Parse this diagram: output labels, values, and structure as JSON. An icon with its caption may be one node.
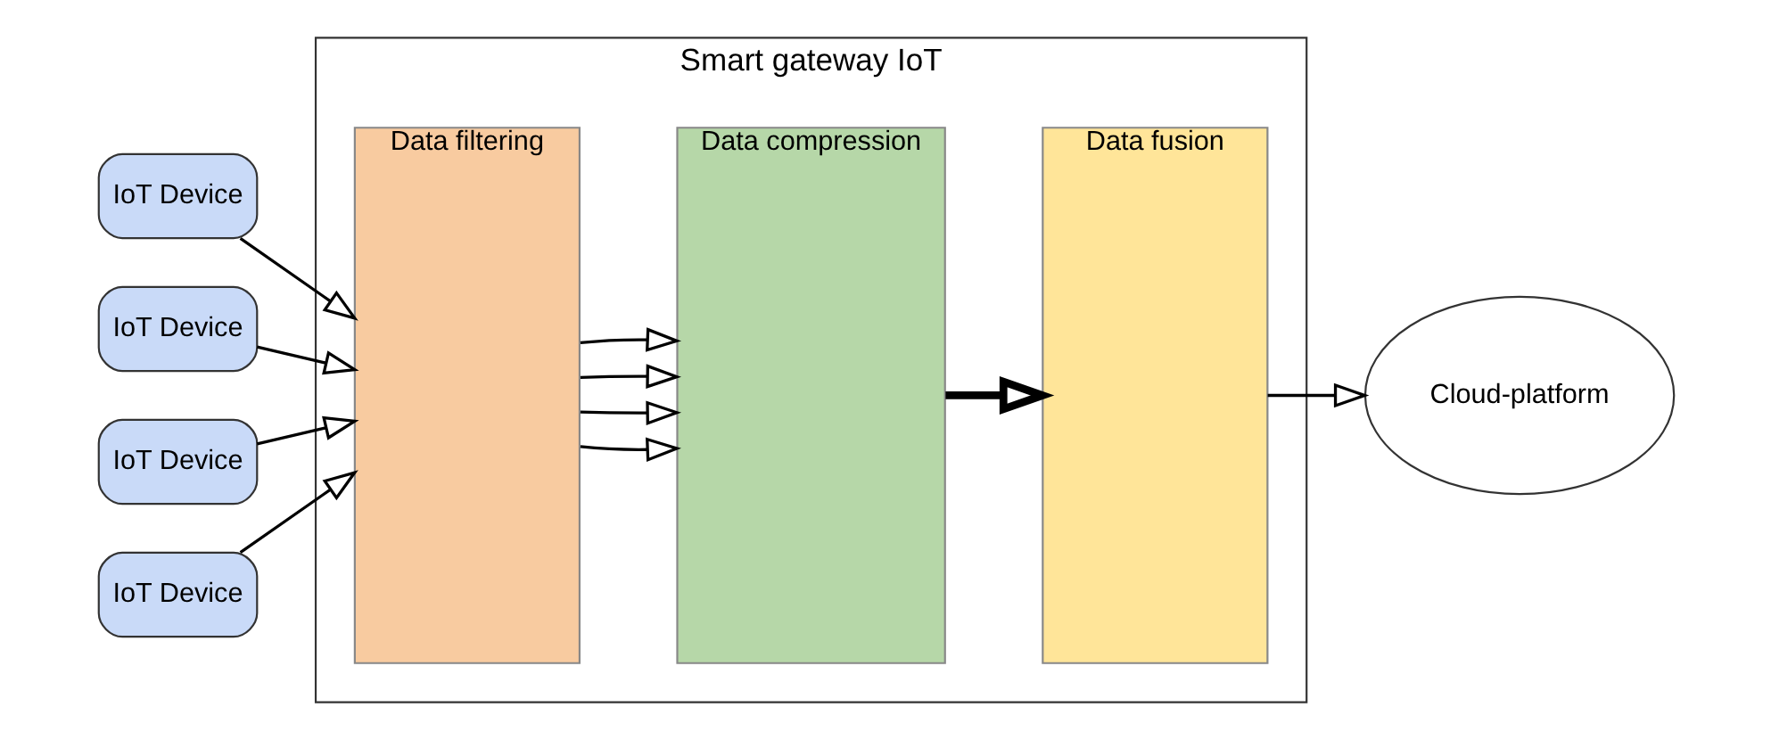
{
  "diagram": {
    "nodes": [
      {
        "text": [
          "Smart gateway IoT"
        ]
      },
      {
        "text": [
          "IoT Device"
        ]
      },
      {
        "text": [
          "IoT Device"
        ]
      },
      {
        "text": [
          "IoT Device"
        ]
      },
      {
        "text": [
          "IoT Device"
        ]
      },
      {
        "text": [
          "Data filtering"
        ],
        "in": 0
      },
      {
        "text": [
          "Data compression"
        ],
        "in": 0
      },
      {
        "text": [
          "Data fusion"
        ],
        "in": 0
      },
      {
        "text": [
          "Cloud-platform"
        ]
      }
    ],
    "edges": [
      {
        "from": 1,
        "to": 5,
        "arrow": "to"
      },
      {
        "from": 2,
        "to": 5,
        "arrow": "to"
      },
      {
        "from": 3,
        "to": 5,
        "arrow": "to"
      },
      {
        "from": 4,
        "to": 5,
        "arrow": "to"
      },
      {
        "from": 5,
        "to": 6,
        "arrow": "to"
      },
      {
        "from": 5,
        "to": 6,
        "arrow": "to"
      },
      {
        "from": 5,
        "to": 6,
        "arrow": "to"
      },
      {
        "from": 5,
        "to": 6,
        "arrow": "to"
      },
      {
        "from": 6,
        "to": 7,
        "arrow": "to",
        "style": "thick"
      },
      {
        "from": 7,
        "to": 8,
        "arrow": "to"
      }
    ]
  }
}
